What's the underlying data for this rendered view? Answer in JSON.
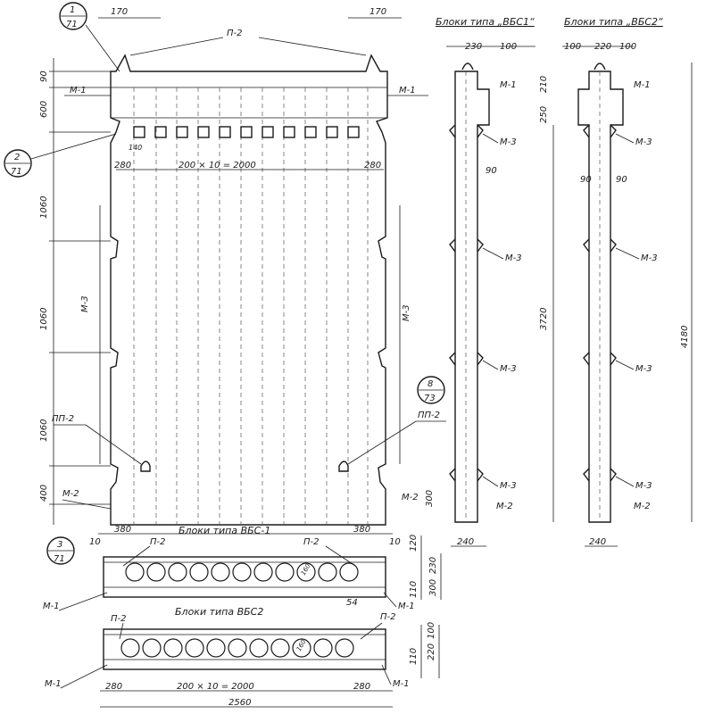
{
  "titles": {
    "vbs1_side": "Блоки типа „ВБС1“",
    "vbs2_side": "Блоки типа „ВБС2“",
    "vbs1_plan": "Блоки типа ВБС-1",
    "vbs2_plan": "Блоки типа ВБС2"
  },
  "callouts": {
    "c1": {
      "num": "1",
      "sheet": "71"
    },
    "c2": {
      "num": "2",
      "sheet": "71"
    },
    "c3": {
      "num": "3",
      "sheet": "71"
    },
    "c8": {
      "num": "8",
      "sheet": "73"
    }
  },
  "marks": {
    "p2": "П-2",
    "m1": "М-1",
    "m2": "М-2",
    "m3": "М-3",
    "pp2": "ПП-2"
  },
  "dims": {
    "top_170_left": "170",
    "top_170_right": "170",
    "left_90": "90",
    "left_600": "600",
    "left_1060_a": "1060",
    "left_1060_b": "1060",
    "left_1060_c": "1060",
    "left_400": "400",
    "d280_left": "280",
    "d280_right": "280",
    "spacing": "200 × 10 = 2000",
    "d140": "140",
    "d380_left": "380",
    "d380_right": "380",
    "d300": "300",
    "s_230": "230",
    "s_100": "100",
    "s_210": "210",
    "s_250": "250",
    "s_90": "90",
    "s_3720": "3720",
    "s_4180": "4180",
    "s_240a": "240",
    "s_240b": "240",
    "s2_100a": "100",
    "s2_220": "220",
    "s2_100b": "100",
    "s2_90a": "90",
    "s2_90b": "90",
    "p1_10a": "10",
    "p1_10b": "10",
    "p1_120": "120",
    "p1_230": "230",
    "p1_110": "110",
    "p1_300": "300",
    "p1_54": "54",
    "p1_d": "160",
    "p2_280": "280",
    "p2_spacing": "200 × 10 = 2000",
    "p2_280b": "280",
    "p2_2560": "2560",
    "p2_100": "100",
    "p2_110": "110",
    "p2_220": "220",
    "p2_d": "160"
  }
}
